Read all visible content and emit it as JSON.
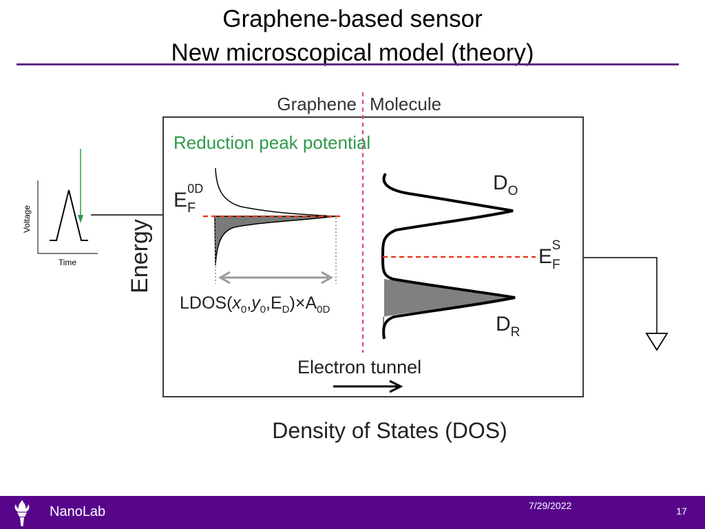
{
  "slide": {
    "title_line1": "Graphene-based sensor",
    "title_line2": "New microscopical model (theory)"
  },
  "colors": {
    "accent": "#5e2a84",
    "footer_bg": "#57068c",
    "green_label": "#2e9a4a",
    "fermi_dashed": "#e63b1a",
    "divider_dashed": "#d63fa0",
    "fill_gray": "#808080"
  },
  "inset_plot": {
    "ylabel": "Voltage",
    "xlabel": "Time"
  },
  "diagram": {
    "header_left": "Graphene",
    "header_right": "Molecule",
    "reduction_label": "Reduction peak potential",
    "energy_axis_label": "Energy",
    "dos_axis_label": "Density of States (DOS)",
    "ef0d_main": "E",
    "ef0d_sub": "F",
    "ef0d_sup": "0D",
    "efs_main": "E",
    "efs_sub": "F",
    "efs_sup": "S",
    "do_main": "D",
    "do_sub": "O",
    "dr_main": "D",
    "dr_sub": "R",
    "ldos_prefix": "LDOS(",
    "ldos_x": "x",
    "ldos_x_sub": "0",
    "ldos_comma1": ",",
    "ldos_y": "y",
    "ldos_y_sub": "0",
    "ldos_comma2": ",E",
    "ldos_d_sub": "D",
    "ldos_close": ")×A",
    "ldos_a_sub": "0D",
    "electron_tunnel_label": "Electron tunnel"
  },
  "footer": {
    "org_name": "NanoLab",
    "date": "7/29/2022",
    "page_number": "17",
    "logo_icon": "torch-logo-icon"
  }
}
